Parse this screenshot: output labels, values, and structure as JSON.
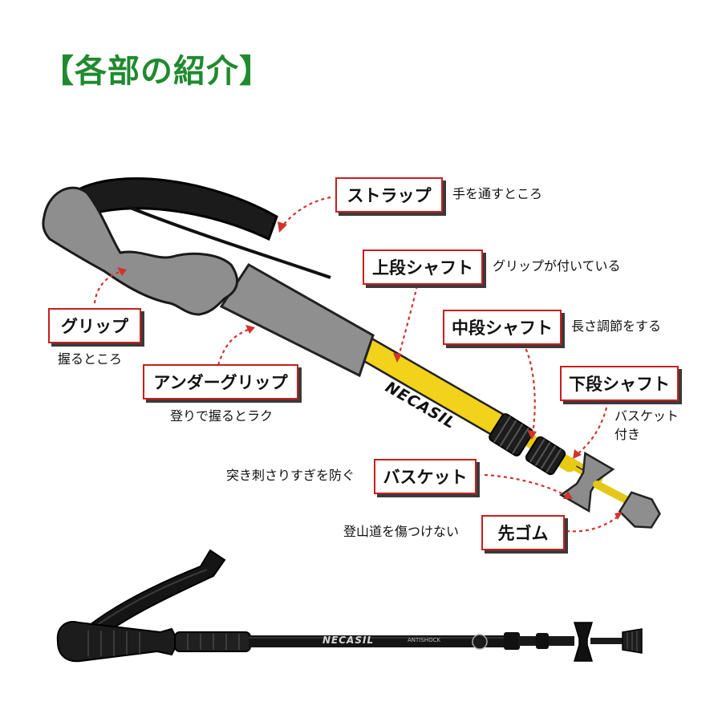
{
  "title": "【各部の紹介】",
  "parts": {
    "strap": {
      "name": "ストラップ",
      "desc": "手を通すところ"
    },
    "upper_shaft": {
      "name": "上段シャフト",
      "desc": "グリップが付いている"
    },
    "middle_shaft": {
      "name": "中段シャフト",
      "desc": "長さ調節をする"
    },
    "lower_shaft": {
      "name": "下段シャフト",
      "desc_line1": "バスケット",
      "desc_line2": "付き"
    },
    "grip": {
      "name": "グリップ",
      "desc": "握るところ"
    },
    "under_grip": {
      "name": "アンダーグリップ",
      "desc": "登りで握るとラク"
    },
    "basket": {
      "name": "バスケット",
      "desc": "突き刺さりすぎを防ぐ"
    },
    "tip": {
      "name": "先ゴム",
      "desc": "登山道を傷つけない"
    }
  },
  "brand": {
    "logo_text": "NECASIL",
    "logo_text_small": "NECASIL",
    "model_text": "ANTISHOCK"
  },
  "colors": {
    "title_green": "#1f8a2e",
    "label_border": "#c81e1e",
    "arrow_red": "#d0342c",
    "grip_gray": "#8e8e8e",
    "shaft_yellow": "#f2d21a"
  },
  "icons": {
    "pole_illustration": "trekking-pole-illustration",
    "pole_photo": "trekking-pole-photo"
  }
}
